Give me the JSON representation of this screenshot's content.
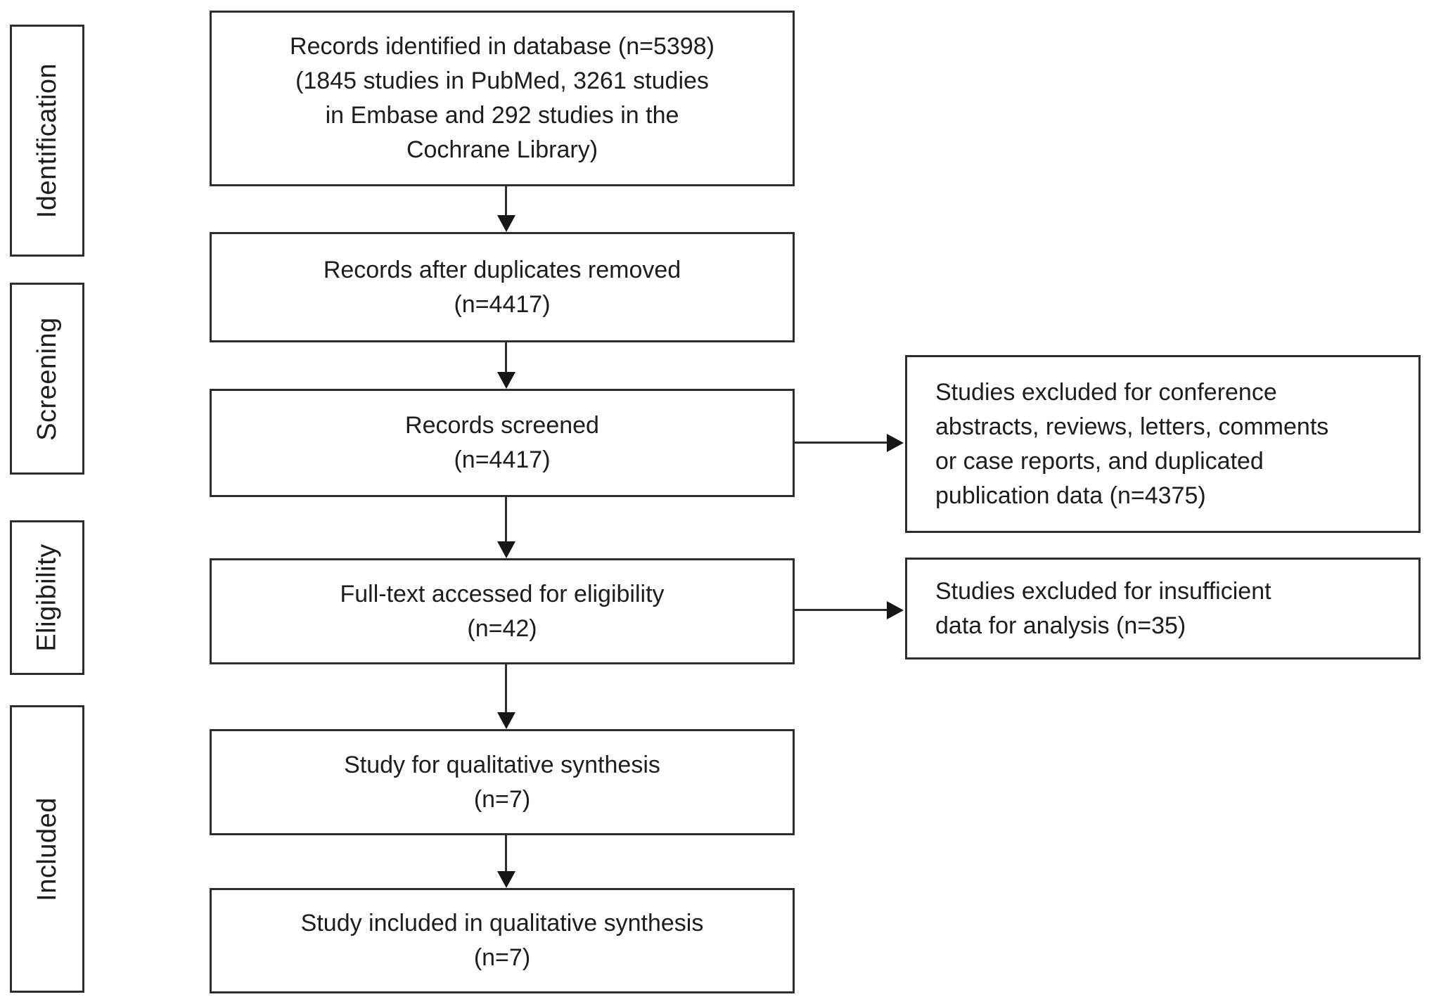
{
  "figure": {
    "type": "prisma-flow-diagram",
    "colors": {
      "background": "#ffffff",
      "border": "#2d2d2d",
      "text": "#1d1d1d"
    },
    "stages": {
      "identification": "Identification",
      "screening": "Screening",
      "eligibility": "Eligibility",
      "included": "Included"
    },
    "flow": {
      "records_identified": {
        "l1": "Records identified in database (n=5398)",
        "l2": "(1845 studies in PubMed, 3261 studies",
        "l3": "in Embase and 292 studies in the",
        "l4": "Cochrane Library)"
      },
      "duplicates_removed": {
        "l1": "Records after duplicates removed",
        "l2": "(n=4417)"
      },
      "records_screened": {
        "l1": "Records screened",
        "l2": "(n=4417)"
      },
      "fulltext_assessed": {
        "l1": "Full-text accessed for eligibility",
        "l2": "(n=42)"
      },
      "qualitative_synthesis": {
        "l1": "Study for qualitative synthesis",
        "l2": "(n=7)"
      },
      "included_synthesis": {
        "l1": "Study included in qualitative synthesis",
        "l2": "(n=7)"
      }
    },
    "exclusions": {
      "screening_excluded": {
        "l1": "Studies excluded for conference",
        "l2": "abstracts, reviews, letters, comments",
        "l3": "or case reports, and duplicated",
        "l4": "publication data (n=4375)"
      },
      "eligibility_excluded": {
        "l1": "Studies excluded for insufficient",
        "l2": "data for analysis (n=35)"
      }
    }
  }
}
